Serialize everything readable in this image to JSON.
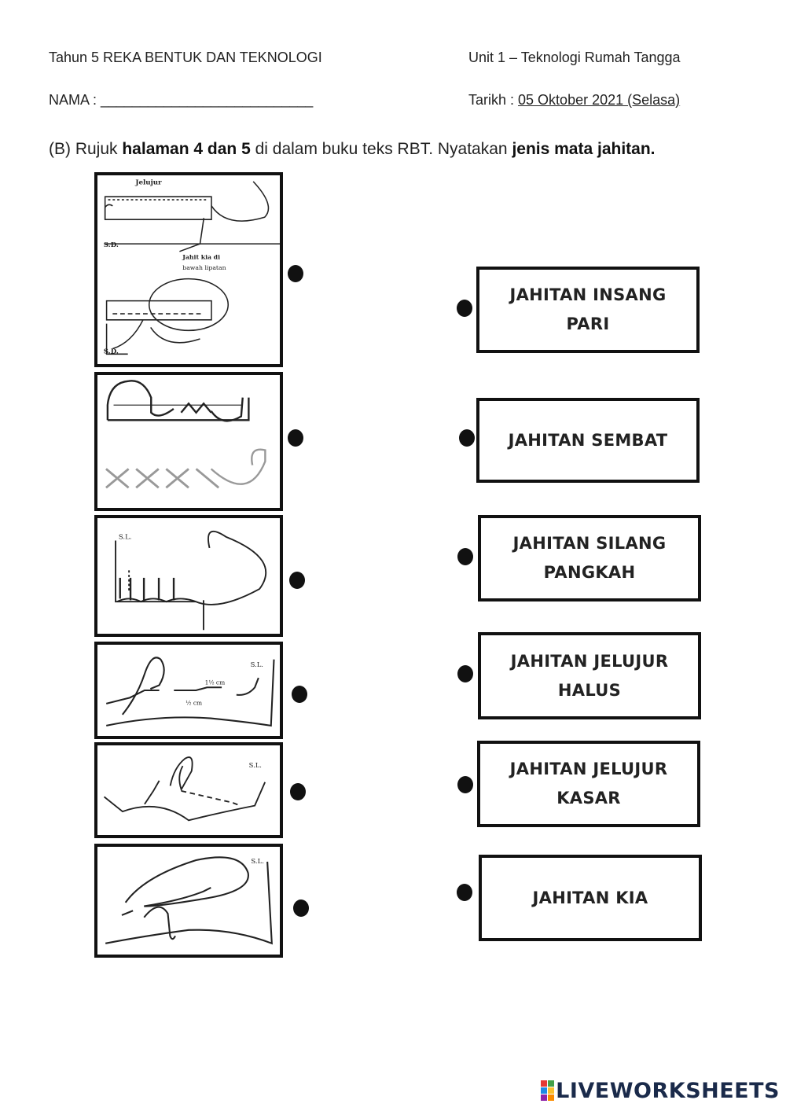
{
  "header": {
    "left_line1": "Tahun 5 REKA BENTUK DAN TEKNOLOGI",
    "right_line1": "Unit 1 – Teknologi Rumah Tangga",
    "name_label": "NAMA : ___________________________",
    "date_prefix": "Tarikh : ",
    "date_value": "05 Oktober 2021 (Selasa)"
  },
  "instruction": {
    "prefix": "(B) Rujuk ",
    "bold1": "halaman 4 dan 5",
    "middle": " di dalam buku teks RBT. Nyatakan ",
    "bold2": "jenis mata jahitan."
  },
  "pictures": [
    {
      "labels": [
        "Jelujur",
        "S.D.",
        "Jahit kia di",
        "bawah lipatan",
        "S.D."
      ]
    },
    {
      "labels": []
    },
    {
      "labels": [
        "S.L."
      ]
    },
    {
      "labels": [
        "S.L.",
        "1½ cm",
        "½ cm"
      ]
    },
    {
      "labels": [
        "S.L."
      ]
    },
    {
      "labels": [
        "S.L."
      ]
    }
  ],
  "answers": [
    {
      "line1": "JAHITAN INSANG",
      "line2": "PARI"
    },
    {
      "line1": "JAHITAN SEMBAT",
      "line2": ""
    },
    {
      "line1": "JAHITAN SILANG",
      "line2": "PANGKAH"
    },
    {
      "line1": "JAHITAN JELUJUR",
      "line2": "HALUS"
    },
    {
      "line1": "JAHITAN JELUJUR",
      "line2": "KASAR"
    },
    {
      "line1": "JAHITAN KIA",
      "line2": ""
    }
  ],
  "logo": {
    "text": "LIVEWORKSHEETS",
    "colors": [
      "#e53935",
      "#43a047",
      "#1e88e5",
      "#fbc02d",
      "#8e24aa",
      "#fb8c00"
    ]
  }
}
